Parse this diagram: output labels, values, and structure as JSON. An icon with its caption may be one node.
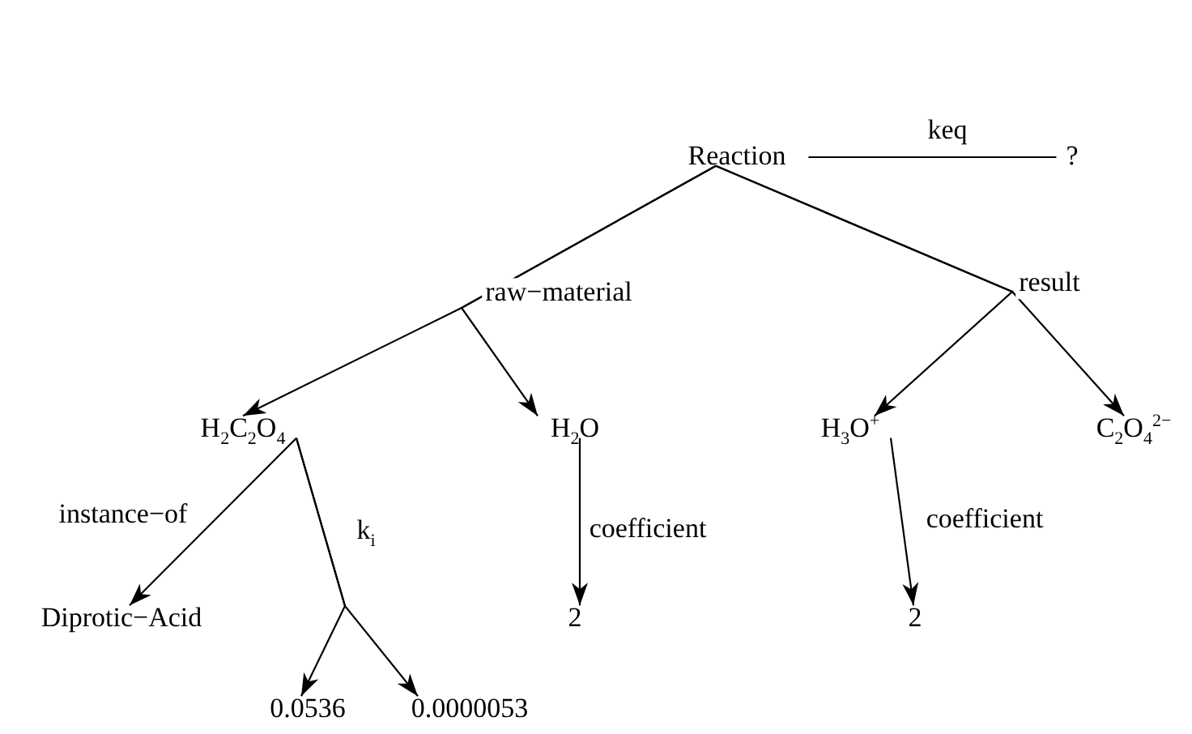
{
  "diagram": {
    "nodes": [
      {
        "text": [
          "Reaction"
        ]
      },
      {
        "text": [
          "?"
        ]
      },
      {
        "text": [
          "H$_{2}$C$_{2}$O$_{4}$"
        ]
      },
      {
        "text": [
          "H$_{2}$O"
        ]
      },
      {
        "text": [
          "H$_{3}$O$^{+}$"
        ]
      },
      {
        "text": [
          "C$_{2}$O$_{4}$$^{2−}$"
        ]
      },
      {
        "text": [
          "Diprotic−Acid"
        ]
      },
      {
        "text": [
          "2"
        ]
      },
      {
        "text": [
          "2"
        ]
      },
      {
        "text": [
          "0.0536"
        ]
      },
      {
        "text": [
          "0.0000053"
        ]
      }
    ],
    "edges": [
      {
        "from": 0,
        "to": 1,
        "arrow": "none",
        "label": "keq"
      },
      {
        "from": 0,
        "to": 2,
        "arrow": "to",
        "label": "raw−material"
      },
      {
        "from": 0,
        "to": 3,
        "arrow": "to"
      },
      {
        "from": 0,
        "to": 4,
        "arrow": "to",
        "label": "result"
      },
      {
        "from": 0,
        "to": 5,
        "arrow": "to"
      },
      {
        "from": 2,
        "to": 6,
        "arrow": "to",
        "label": "instance−of"
      },
      {
        "from": 2,
        "to": 9,
        "arrow": "to",
        "label": "k$_{i}$"
      },
      {
        "from": 2,
        "to": 10,
        "arrow": "to"
      },
      {
        "from": 3,
        "to": 7,
        "arrow": "to",
        "label": "coefficient"
      },
      {
        "from": 4,
        "to": 8,
        "arrow": "to",
        "label": "coefficient"
      }
    ]
  }
}
